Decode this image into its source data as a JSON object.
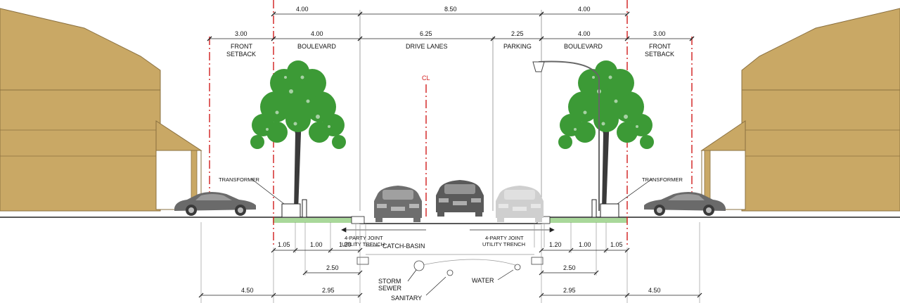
{
  "dimensions": {
    "top": [
      "4.00",
      "8.50",
      "4.00"
    ],
    "second": [
      "3.00",
      "4.00",
      "6.25",
      "2.25",
      "4.00",
      "3.00"
    ],
    "bottom_left": [
      "1.05",
      "1.00",
      "1.20",
      "2.50",
      "4.50",
      "2.95"
    ],
    "bottom_right": [
      "1.20",
      "1.00",
      "1.05",
      "2.50",
      "2.95",
      "4.50"
    ]
  },
  "zones": {
    "front_setback_left": [
      "FRONT",
      "SETBACK"
    ],
    "boulevard_left": "BOULEVARD",
    "drive_lanes": "DRIVE LANES",
    "parking": "PARKING",
    "boulevard_right": "BOULEVARD",
    "front_setback_right": [
      "FRONT",
      "SETBACK"
    ]
  },
  "centerline": "CL",
  "labels": {
    "transformer_left": "TRANSFORMER",
    "transformer_right": "TRANSFORMER",
    "trench_left": [
      "4-PARTY JOINT",
      "UTILITY TRENCH"
    ],
    "trench_right": [
      "4-PARTY JOINT",
      "UTILITY TRENCH"
    ],
    "catch_basin": "CATCH-BASIN",
    "storm_sewer": [
      "STORM",
      "SEWER"
    ],
    "water": "WATER",
    "sanitary": "SANITARY"
  },
  "colors": {
    "house": "#c9a865",
    "house_outline": "#8a7040",
    "tree": "#3c9a36",
    "guide_line": "#d11c1c",
    "car_dark": "#6a6a6a",
    "car_light": "#cfcfcf",
    "grass": "#a9d89a"
  }
}
